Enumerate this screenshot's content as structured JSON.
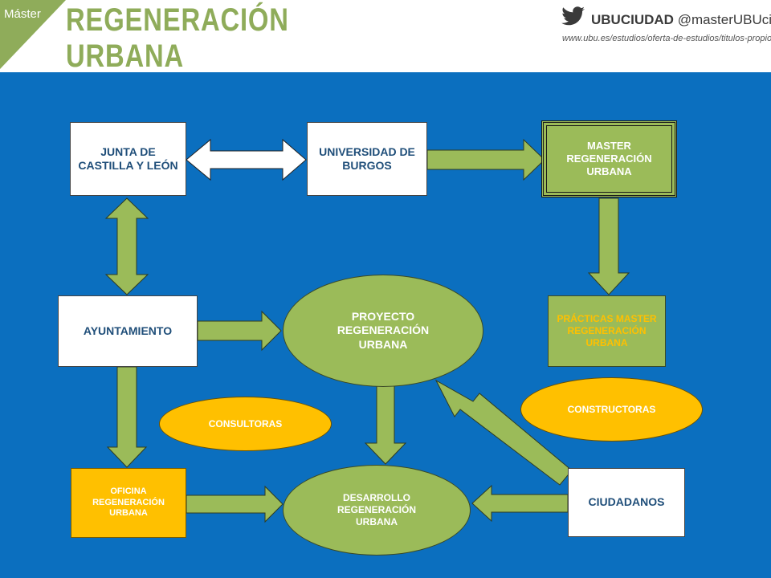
{
  "header": {
    "badge": "Máster",
    "title_line1": "REGENERACIÓN",
    "title_line2": "URBANA",
    "handle_name": "UBUCIUDAD",
    "handle_user": "@masterUBUciudad",
    "url": "www.ubu.es/estudios/oferta-de-estudios/titulos-propios",
    "brand_green": "#8fac5a",
    "icon": "twitter-bird-icon"
  },
  "diagram": {
    "background": "#0b6fbf",
    "nodes": {
      "junta": "JUNTA DE CASTILLA Y LEÓN",
      "universidad": "UNIVERSIDAD DE BURGOS",
      "master": "MASTER REGENERACIÓN URBANA",
      "ayuntamiento": "AYUNTAMIENTO",
      "proyecto": "PROYECTO REGENERACIÓN URBANA",
      "practicas": "PRÁCTICAS MASTER REGENERACIÓN URBANA",
      "consultoras": "CONSULTORAS",
      "constructoras": "CONSTRUCTORAS",
      "oficina": "OFICINA REGENERACIÓN URBANA",
      "desarrollo": "DESARROLLO REGENERACIÓN URBANA",
      "ciudadanos": "CIUDADANOS"
    },
    "colors": {
      "green": "#9bbb59",
      "yellow": "#ffc000",
      "white": "#ffffff",
      "dark_text": "#1f4e79"
    }
  }
}
